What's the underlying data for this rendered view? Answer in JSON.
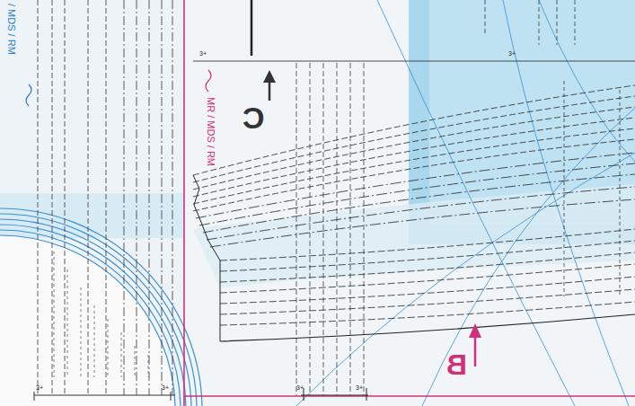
{
  "diagram": {
    "labels": [
      "/ MDS / RM",
      "MR / MDS / RM",
      "C",
      "B",
      "3+",
      "3+",
      "3+",
      "3+",
      "3+",
      "3+"
    ]
  }
}
